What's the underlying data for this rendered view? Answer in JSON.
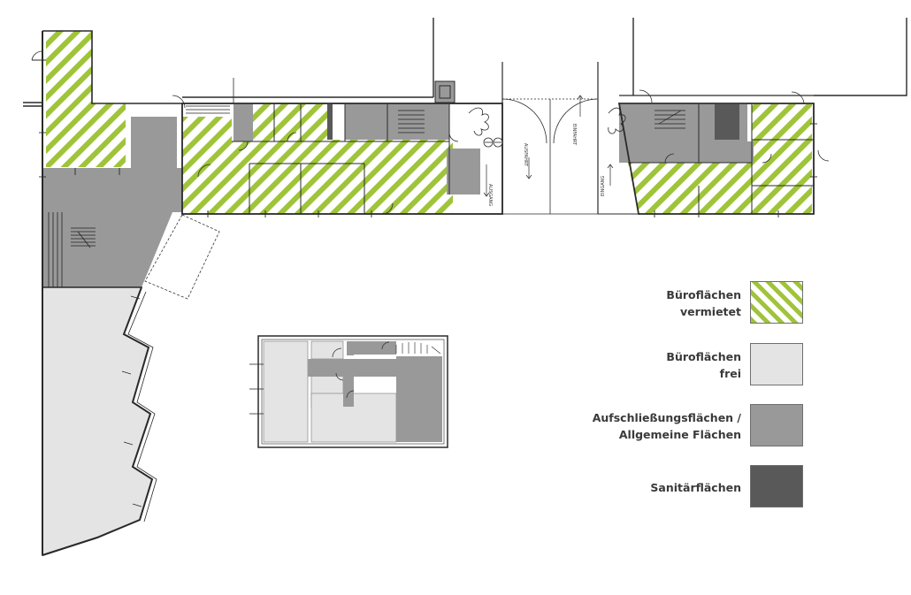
{
  "legend": {
    "items": [
      {
        "lines": [
          "Büroflächen",
          "vermietet"
        ],
        "swatch": "hatched-green",
        "color": "#9fc43a"
      },
      {
        "lines": [
          "Büroflächen",
          "frei"
        ],
        "swatch": "light-grey",
        "color": "#e4e4e4"
      },
      {
        "lines": [
          "Aufschließungsflächen /",
          "Allgemeine Flächen"
        ],
        "swatch": "medium-grey",
        "color": "#999999"
      },
      {
        "lines": [
          "Sanitärflächen"
        ],
        "swatch": "dark-grey",
        "color": "#595959"
      }
    ]
  },
  "plan_labels": {
    "ausgang": "AUSGANG",
    "ausfahrt": "AUSFAHRT",
    "einfahrt": "EINFAHRT",
    "eingang": "EINGANG"
  },
  "colors": {
    "hatch_green": "#9fc43a",
    "free_office": "#e4e4e4",
    "common_area": "#999999",
    "sanitary": "#595959",
    "walls": "#2a2a2a"
  }
}
